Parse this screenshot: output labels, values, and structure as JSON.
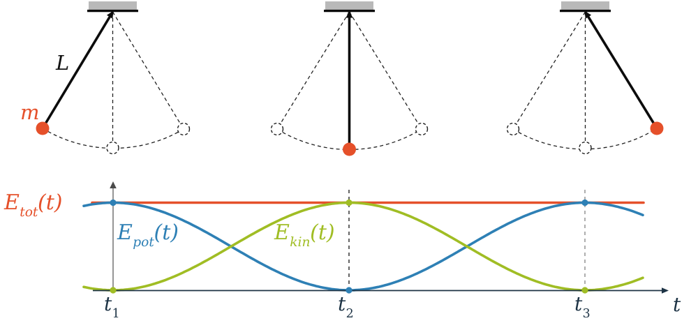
{
  "pendulum": {
    "rod_label": "L",
    "mass_label": "m",
    "bob_color": "#e5502a",
    "ceiling_color": "#b9b9b9"
  },
  "chart_data": {
    "type": "line",
    "xlabel": "t",
    "x_ticks": [
      {
        "base": "t",
        "sub": "1"
      },
      {
        "base": "t",
        "sub": "2"
      },
      {
        "base": "t",
        "sub": "3"
      }
    ],
    "ylim": [
      0,
      1.15
    ],
    "grid": "dashed vertical guides at t2 and t3",
    "legend_position": "inline labels beside curves",
    "series": [
      {
        "name": {
          "base": "E",
          "sub": "tot",
          "args": "(t)"
        },
        "color": "#e5502a",
        "shape": "constant",
        "value": 1.0
      },
      {
        "name": {
          "base": "E",
          "sub": "pot",
          "args": "(t)"
        },
        "color": "#2e80b5",
        "shape": "cosine",
        "values_at_ticks": [
          1,
          0,
          1
        ]
      },
      {
        "name": {
          "base": "E",
          "sub": "kin",
          "args": "(t)"
        },
        "color": "#a0bd24",
        "shape": "cosine",
        "values_at_ticks": [
          0,
          1,
          0
        ]
      }
    ]
  }
}
